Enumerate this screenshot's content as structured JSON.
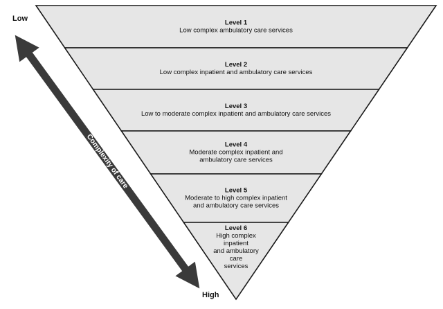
{
  "diagram": {
    "levels": [
      {
        "title": "Level 1",
        "description": [
          "Low complex ambulatory care services"
        ]
      },
      {
        "title": "Level 2",
        "description": [
          "Low complex inpatient and ambulatory care services"
        ]
      },
      {
        "title": "Level 3",
        "description": [
          "Low to moderate complex inpatient and ambulatory care services"
        ]
      },
      {
        "title": "Level 4",
        "description": [
          "Moderate complex inpatient and",
          "ambulatory care services"
        ]
      },
      {
        "title": "Level 5",
        "description": [
          "Moderate to high complex inpatient",
          "and ambulatory care services"
        ]
      },
      {
        "title": "Level 6",
        "description": [
          "High complex",
          "inpatient",
          "and ambulatory",
          "care",
          "services"
        ]
      }
    ],
    "axis": {
      "label": "Complexity of care",
      "start_label": "Low",
      "end_label": "High"
    },
    "colors": {
      "band_fill": "#e6e6e6",
      "outline": "#1a1a1a",
      "arrow": "#3a3a3a"
    }
  }
}
